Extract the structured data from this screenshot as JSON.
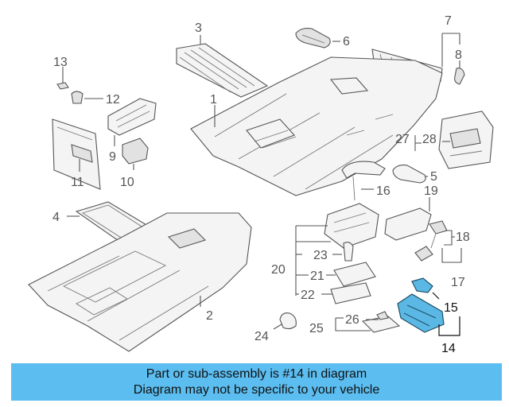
{
  "diagram": {
    "callouts": {
      "c1": "1",
      "c2": "2",
      "c3": "3",
      "c4": "4",
      "c5": "5",
      "c6": "6",
      "c7": "7",
      "c8": "8",
      "c9": "9",
      "c10": "10",
      "c11": "11",
      "c12": "12",
      "c13": "13",
      "c14": "14",
      "c15": "15",
      "c16": "16",
      "c17": "17",
      "c18": "18",
      "c19": "19",
      "c20": "20",
      "c21": "21",
      "c22": "22",
      "c23": "23",
      "c24": "24",
      "c25": "25",
      "c26": "26",
      "c27": "27",
      "c28": "28"
    },
    "highlighted_part": "14",
    "highlight_color": "#5bb8e4"
  },
  "banner": {
    "line1": "Part or sub-assembly is #14 in diagram",
    "line2": "Diagram may not be specific to your vehicle",
    "background": "#5bbdf0"
  }
}
